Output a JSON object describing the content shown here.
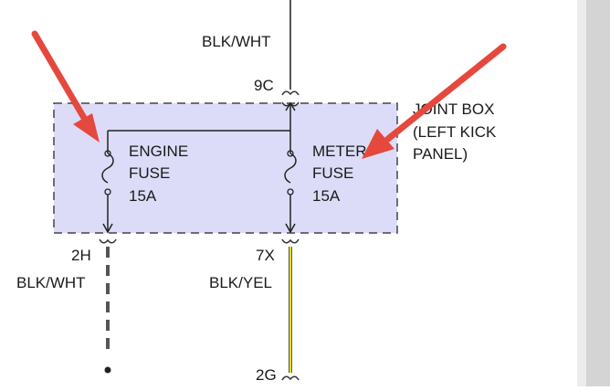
{
  "wires": {
    "top_color": "BLK/WHT",
    "left_color": "BLK/WHT",
    "bottom_color": "BLK/YEL",
    "yellow_wire": "#e8e000"
  },
  "connectors": {
    "top": "9C",
    "left": "2H",
    "right": "7X",
    "bottom": "2G"
  },
  "joint_box": {
    "line1": "JOINT BOX",
    "line2": "(LEFT KICK",
    "line3": "PANEL)",
    "fill": "#dcdcf8"
  },
  "fuses": [
    {
      "name1": "ENGINE",
      "name2": "FUSE",
      "rating": "15A"
    },
    {
      "name1": "METER",
      "name2": "FUSE",
      "rating": "15A"
    }
  ],
  "arrow_color": "#e5483d"
}
